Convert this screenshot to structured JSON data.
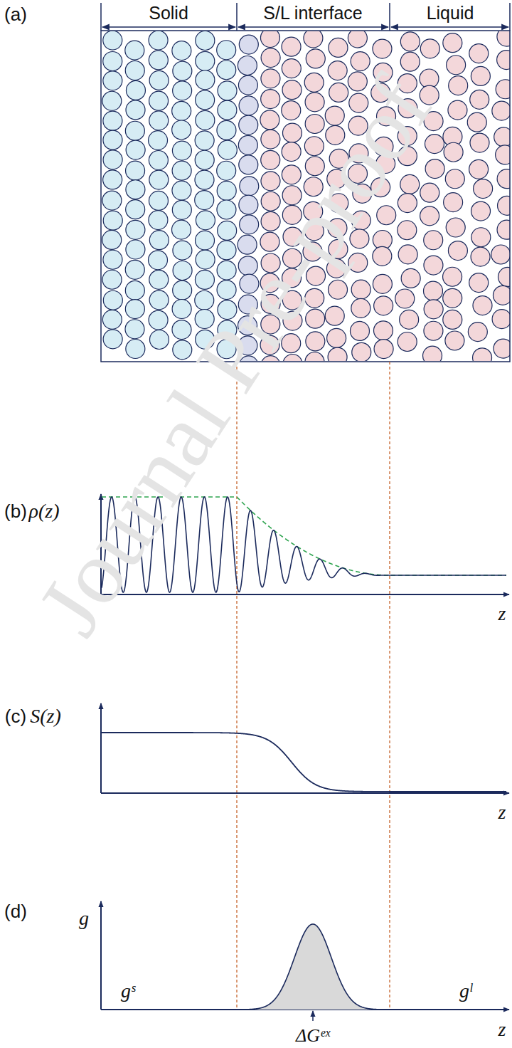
{
  "diagram": {
    "labels": [
      "(a)",
      "Solid",
      "S/L interface",
      "Liquid",
      "(b)",
      "ρ(z)",
      "z",
      "(c)",
      "S(z)",
      "z",
      "(d)",
      "g",
      "gˢ",
      "gˡ",
      "ΔGᵉˣ",
      "z",
      "Journal Pre-proof"
    ]
  }
}
